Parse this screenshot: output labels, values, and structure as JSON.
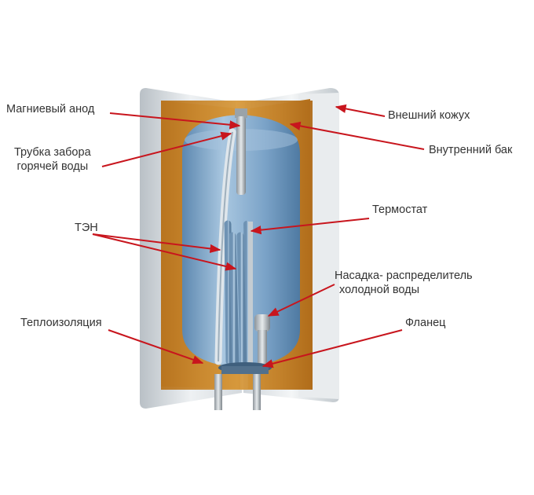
{
  "labels": {
    "magnesium_anode": "Магниевый анод",
    "hot_water_tube_line1": "Трубка забора",
    "hot_water_tube_line2": "горячей воды",
    "heating_element": "ТЭН",
    "insulation": "Теплоизоляция",
    "outer_casing": "Внешний кожух",
    "inner_tank": "Внутренний бак",
    "thermostat": "Термостат",
    "cold_water_nozzle_line1": "Насадка- распределитель",
    "cold_water_nozzle_line2": "холодной воды",
    "flange": "Фланец"
  },
  "colors": {
    "arrow": "#c8151d",
    "tank": "#7fa6c8",
    "insulation": "#c9862c",
    "casing": "#dfe3e6"
  }
}
